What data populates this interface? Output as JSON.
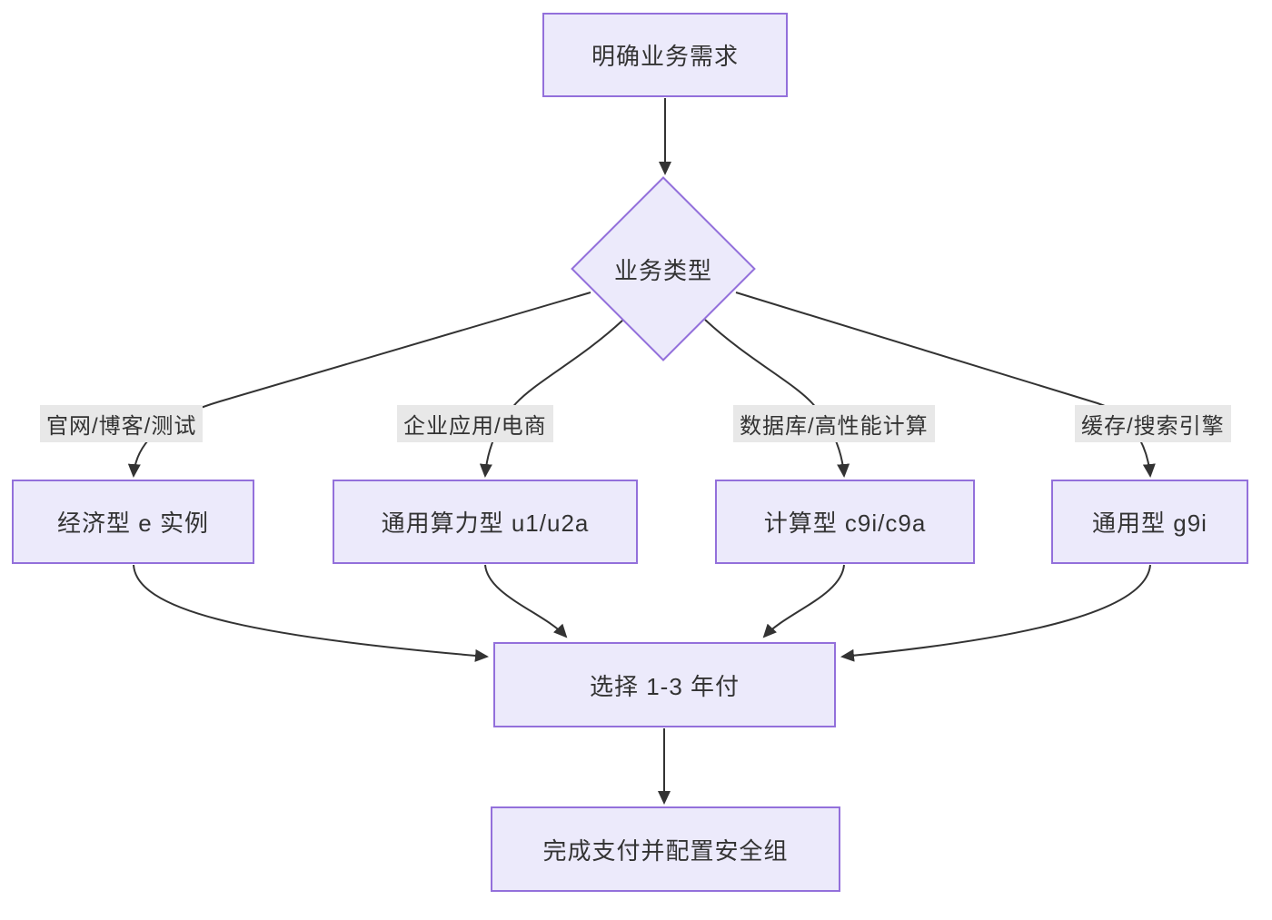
{
  "diagram": {
    "type": "flowchart",
    "direction": "top-down",
    "nodes": {
      "start": {
        "label": "明确业务需求",
        "shape": "rect"
      },
      "decision": {
        "label": "业务类型",
        "shape": "diamond"
      },
      "economy": {
        "label": "经济型 e 实例",
        "shape": "rect"
      },
      "universal": {
        "label": "通用算力型 u1/u2a",
        "shape": "rect"
      },
      "compute": {
        "label": "计算型 c9i/c9a",
        "shape": "rect"
      },
      "general": {
        "label": "通用型 g9i",
        "shape": "rect"
      },
      "payment": {
        "label": "选择 1-3 年付",
        "shape": "rect"
      },
      "finish": {
        "label": "完成支付并配置安全组",
        "shape": "rect"
      }
    },
    "edge_labels": {
      "web": "官网/博客/测试",
      "enterprise": "企业应用/电商",
      "database": "数据库/高性能计算",
      "cache": "缓存/搜索引擎"
    },
    "edges": [
      {
        "from": "start",
        "to": "decision",
        "label": ""
      },
      {
        "from": "decision",
        "to": "economy",
        "label": "官网/博客/测试"
      },
      {
        "from": "decision",
        "to": "universal",
        "label": "企业应用/电商"
      },
      {
        "from": "decision",
        "to": "compute",
        "label": "数据库/高性能计算"
      },
      {
        "from": "decision",
        "to": "general",
        "label": "缓存/搜索引擎"
      },
      {
        "from": "economy",
        "to": "payment",
        "label": ""
      },
      {
        "from": "universal",
        "to": "payment",
        "label": ""
      },
      {
        "from": "compute",
        "to": "payment",
        "label": ""
      },
      {
        "from": "general",
        "to": "payment",
        "label": ""
      },
      {
        "from": "payment",
        "to": "finish",
        "label": ""
      }
    ],
    "colors": {
      "node_fill": "#ECEAFB",
      "node_border": "#9370DB",
      "edge_stroke": "#333333",
      "edge_label_background": "#e8e8e8",
      "text": "#333333",
      "background": "#ffffff"
    }
  }
}
